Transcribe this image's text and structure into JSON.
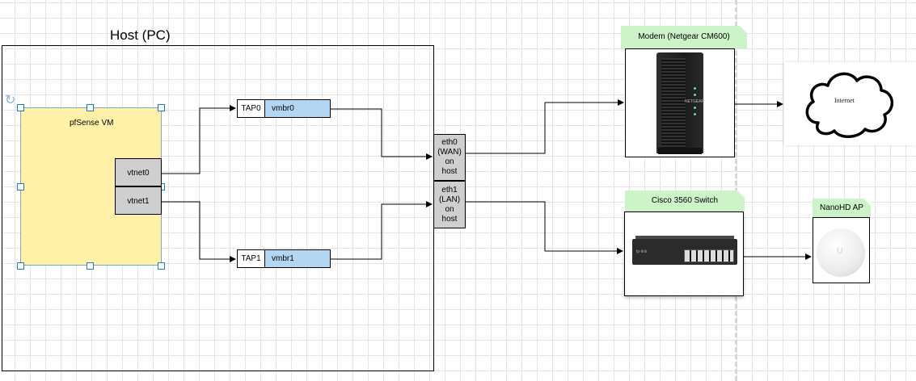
{
  "host": {
    "title": "Host (PC)"
  },
  "vm": {
    "label": "pfSense VM",
    "ports": [
      "vtnet0",
      "vtnet1"
    ]
  },
  "bridges": [
    {
      "tap": "TAP0",
      "bridge": "vmbr0"
    },
    {
      "tap": "TAP1",
      "bridge": "vmbr1"
    }
  ],
  "nics": [
    "eth0\n(WAN)\non\nhost",
    "eth1\n(LAN)\non\nhost"
  ],
  "devices": {
    "modem": {
      "label": "Modem (Netgear CM600)",
      "brand": "NETGEAR"
    },
    "switch": {
      "label": "Cisco 3560 Switch",
      "brand": "tp-link"
    },
    "ap": {
      "label": "NanoHD AP"
    },
    "internet": {
      "label": "Internet"
    }
  },
  "colors": {
    "vm_fill": "#fff2a8",
    "bridge_fill": "#b3d7f2",
    "port_fill": "#cfcfcf",
    "tag_fill": "#cdf3c9"
  }
}
